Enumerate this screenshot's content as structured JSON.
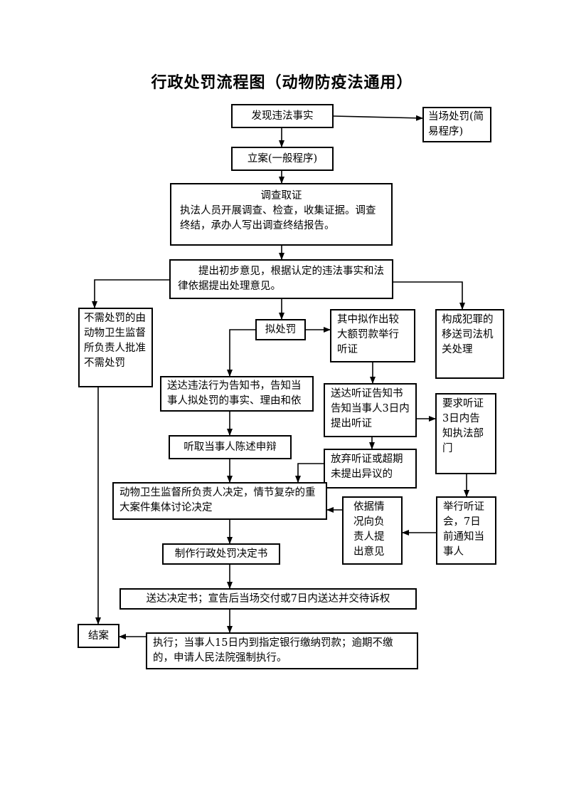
{
  "title": "行政处罚流程图（动物防疫法通用）",
  "nodes": {
    "discover": "发现违法事实",
    "on_site": "当场处罚(简易程序)",
    "register": "立案(一般程序)",
    "investigate_title": "调查取证",
    "investigate_body": "执法人员开展调查、检查，收集证据。调查终结，承办人写出调查终结报告。",
    "preliminary": "提出初步意见，根据认定的违法事实和法律依据提出处理意见。",
    "no_penalty": "不需处罚的由动物卫生监督所负责人批准不需处罚",
    "proposed": "拟处罚",
    "large_fine": "其中拟作出较大额罚款举行听证",
    "crime": "构成犯罪的移送司法机关处理",
    "notice": "送达违法行为告知书，告知当事人拟处罚的事实、理由和依",
    "hearing_notice": "送达听证告知书告知当事人3日内提出听证",
    "request_hearing": "要求听证3日内告知执法部门",
    "statement": "听取当事人陈述申辩",
    "waive": "放弃听证或超期未提出异议的",
    "decision": "动物卫生监督所负责人决定，情节复杂的重大案件集体讨论决定",
    "opinion": "依据情况向负责人提出意见",
    "hold_hearing": "举行听证会，7日前通知当事人",
    "make_decision": "制作行政处罚决定书",
    "deliver": "送达决定书；宣告后当场交付或7日内送达并交待诉权",
    "close": "结案",
    "execute": "执行；当事人15日内到指定银行缴纳罚款；逾期不缴的，申请人民法院强制执行。"
  }
}
